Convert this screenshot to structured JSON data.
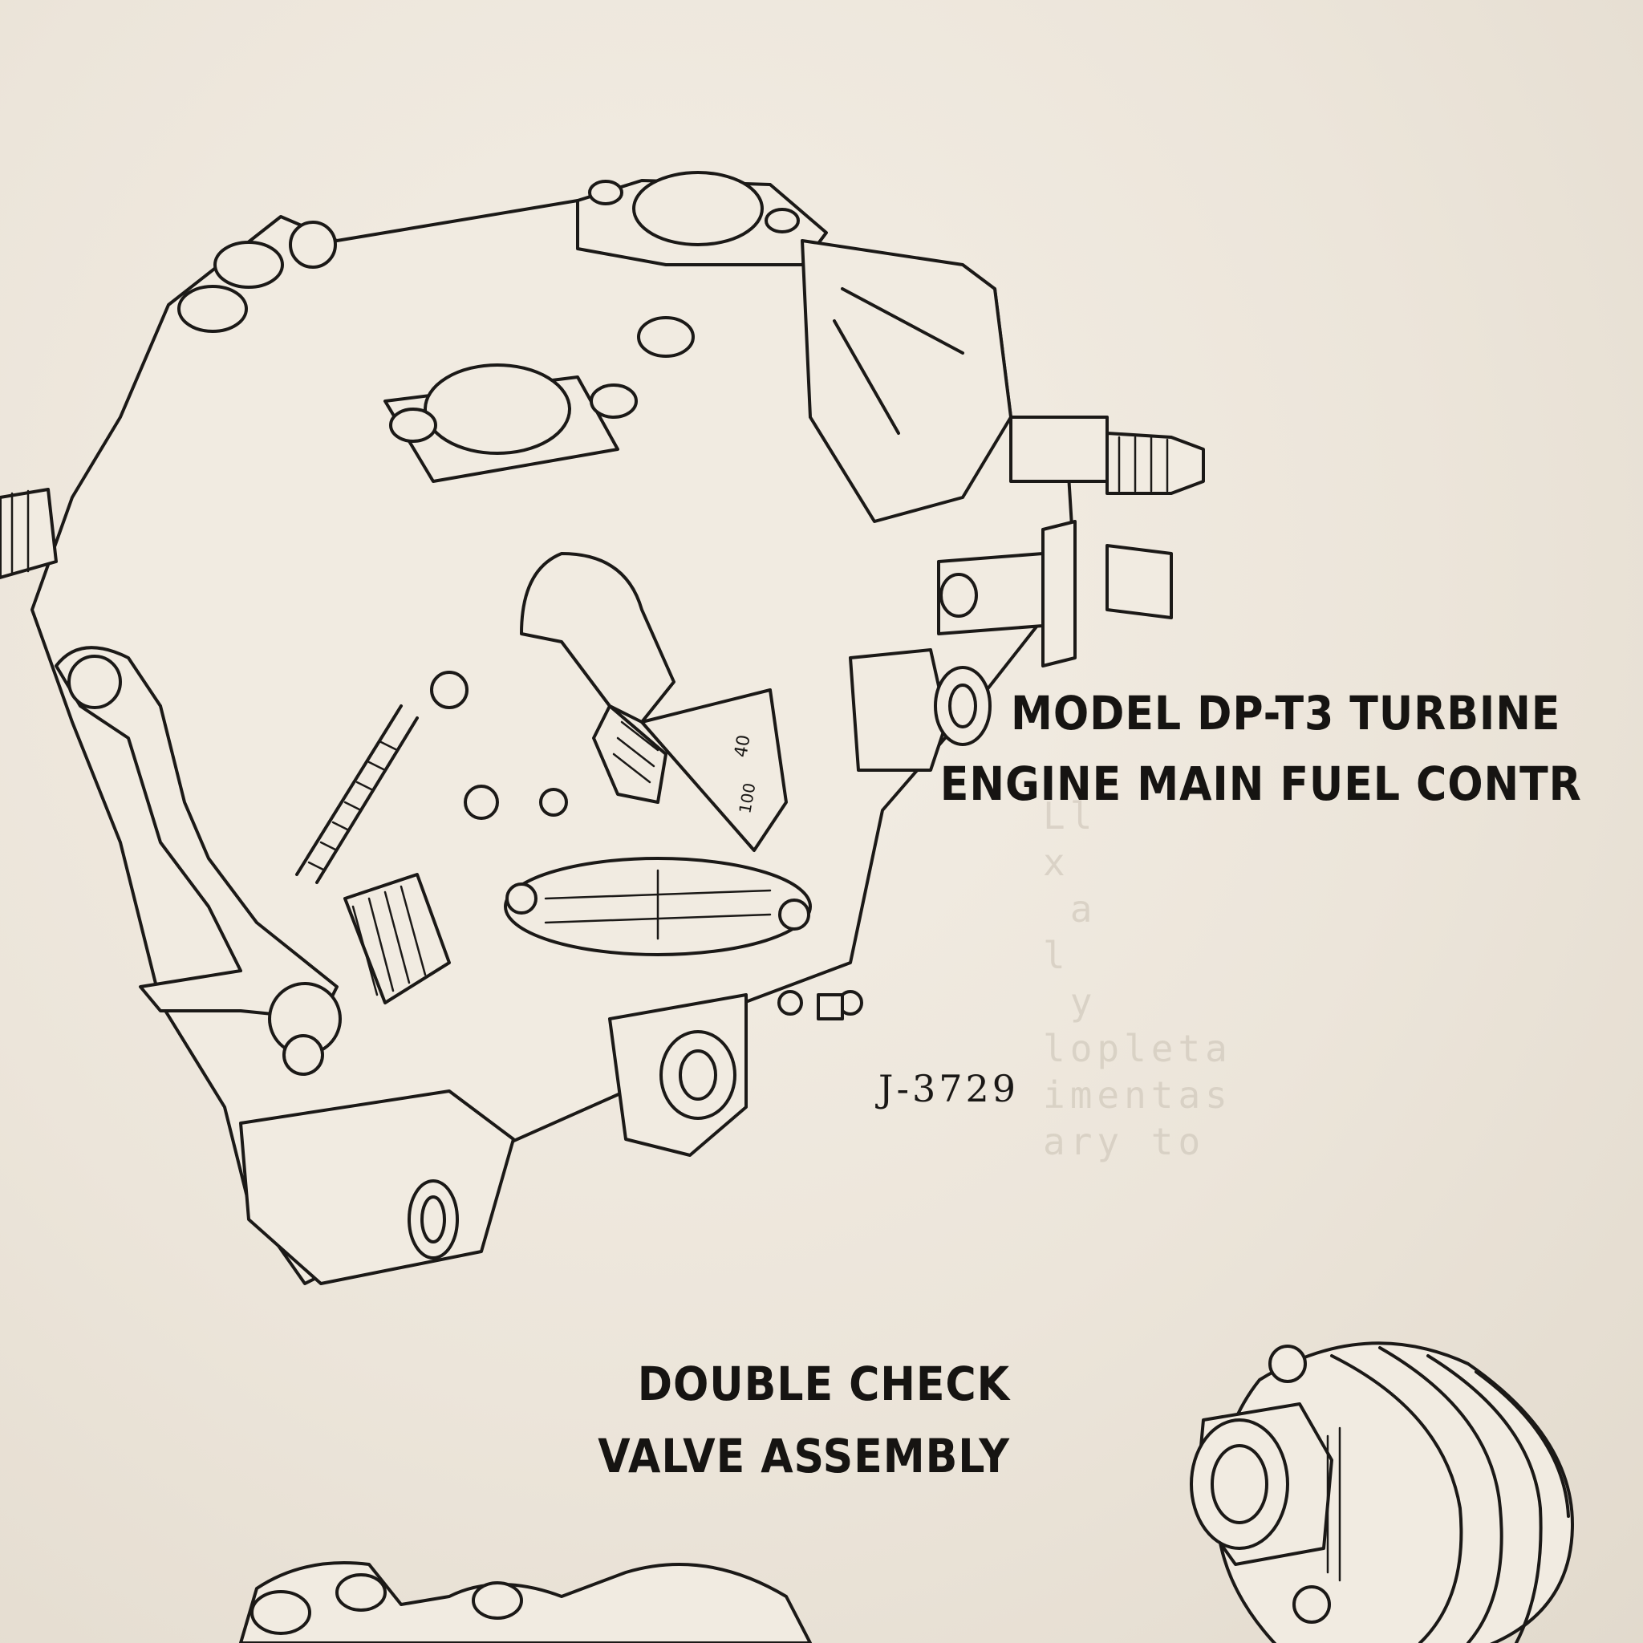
{
  "figure": {
    "main_caption_line1": "MODEL DP-T3 TURBINE",
    "main_caption_line2": "ENGINE MAIN FUEL CONTR",
    "figure_id": "J-3729",
    "scale_mark_40": "40",
    "scale_mark_100": "100"
  },
  "secondary": {
    "caption_line1": "DOUBLE CHECK",
    "caption_line2": "VALVE ASSEMBLY"
  },
  "illustrations": {
    "main": "fuel-control-unit-drawing",
    "secondary": "double-check-valve-drawing",
    "bottom": "partial-fuel-control-drawing"
  }
}
